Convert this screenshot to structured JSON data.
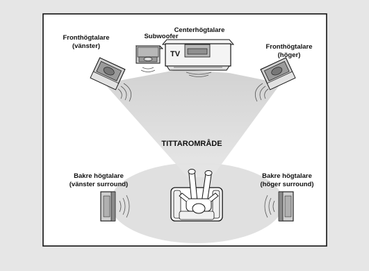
{
  "labels": {
    "front_left_1": "Fronthögtalare",
    "front_left_2": "(vänster)",
    "subwoofer": "Subwoofer",
    "center": "Centerhögtalare",
    "tv": "TV",
    "front_right_1": "Fronthögtalare",
    "front_right_2": "(höger)",
    "listening_area": "TITTAROMRÅDE",
    "rear_left_1": "Bakre högtalare",
    "rear_left_2": "(vänster surround)",
    "rear_right_1": "Bakre högtalare",
    "rear_right_2": "(höger surround)"
  },
  "colors": {
    "page_background": "#e6e6e6",
    "room_fill": "#ffffff",
    "area_fill": "#e0e0e0",
    "speaker_fill": "#c9c9c9",
    "speaker_dark": "#8a8a8a",
    "line": "#111111"
  }
}
